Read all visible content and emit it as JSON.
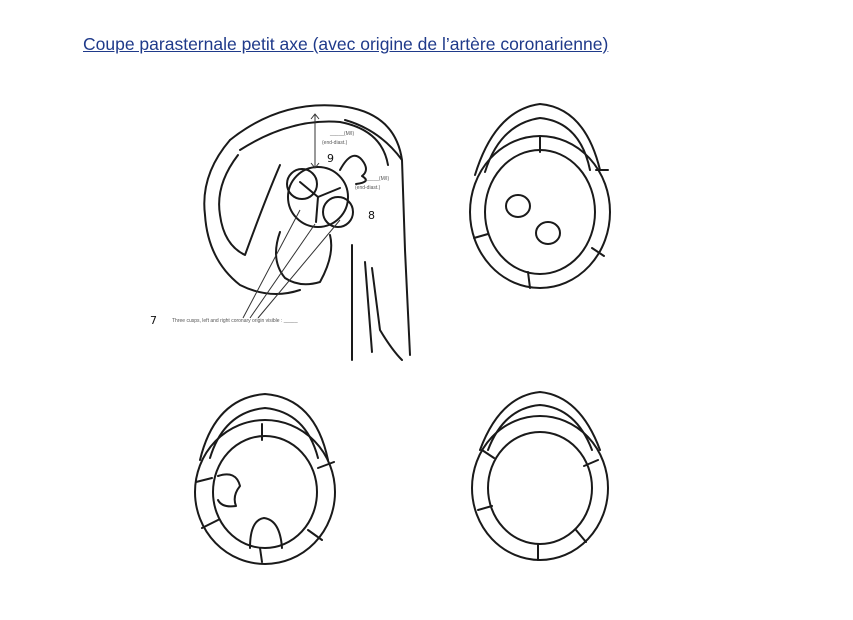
{
  "title": "Coupe parasternale petit axe (avec origine de l’artère coronarienne)",
  "diagram": {
    "labels": {
      "label_9": "9",
      "label_8": "8",
      "label_7": "7"
    },
    "annotations": {
      "mm_top": "_____(M/I)",
      "end_diast_top": "(end-diast.)",
      "mm_mid": "_____(M/I)",
      "end_diast_mid": "(end-diast.)",
      "cusps_note": "Three cusps, left and right coronary origin visible : _____"
    }
  },
  "colors": {
    "title": "#1f3a8a",
    "ink": "#1a1a1a"
  }
}
